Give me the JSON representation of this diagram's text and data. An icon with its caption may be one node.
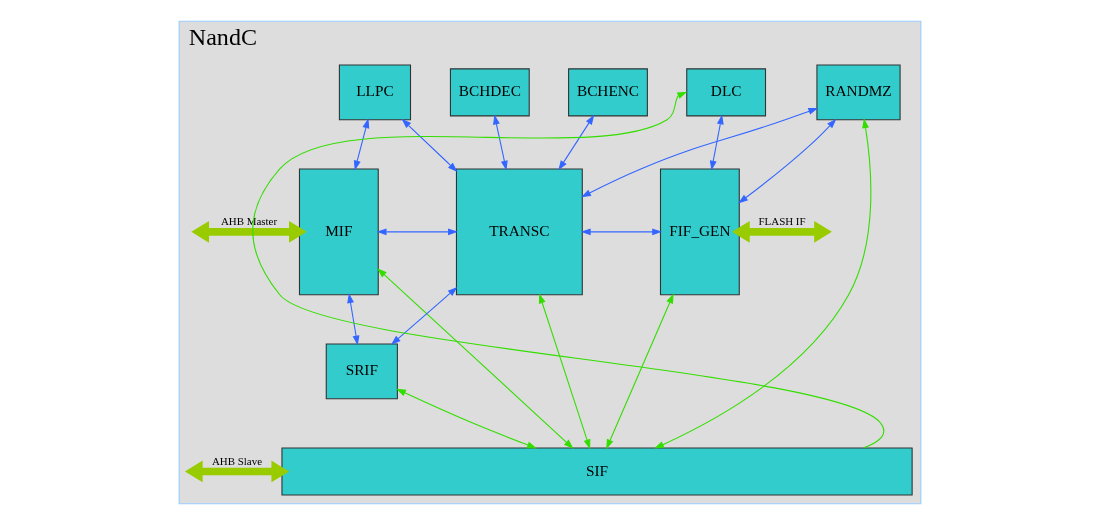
{
  "diagram": {
    "nodes": [
      {
        "text": [
          "NandC"
        ]
      },
      {
        "text": [
          "BCHENC"
        ],
        "in": 0
      },
      {
        "text": [
          "BCHDEC"
        ],
        "in": 0
      },
      {
        "text": [
          "DLC"
        ],
        "in": 0
      },
      {
        "text": [
          "MIF"
        ],
        "in": 0
      },
      {
        "text": [
          "LLPC"
        ],
        "in": 0
      },
      {
        "text": [
          "TRANSC"
        ],
        "in": 0
      },
      {
        "text": [
          "RANDMZ"
        ],
        "in": 0
      },
      {
        "text": [
          "FIF_GEN"
        ],
        "in": 0
      },
      {
        "text": [
          "SRIF"
        ],
        "in": 0
      },
      {
        "text": [
          "SIF"
        ],
        "in": 0
      }
    ],
    "edges": [
      {
        "from": 4,
        "to": 5,
        "arrow": "both"
      },
      {
        "from": 5,
        "to": 6,
        "arrow": "both"
      },
      {
        "from": 4,
        "to": 6,
        "arrow": "both"
      },
      {
        "from": 4,
        "to": 9,
        "arrow": "both"
      },
      {
        "from": 9,
        "to": 6,
        "arrow": "both"
      },
      {
        "from": 1,
        "to": 6,
        "arrow": "both"
      },
      {
        "from": 2,
        "to": 6,
        "arrow": "both"
      },
      {
        "from": 6,
        "to": 7,
        "arrow": "both"
      },
      {
        "from": 7,
        "to": 8,
        "arrow": "both"
      },
      {
        "from": 6,
        "to": 8,
        "arrow": "both"
      },
      {
        "from": 3,
        "to": 8,
        "arrow": "both"
      },
      {
        "from": 4,
        "to": 10,
        "arrow": "both",
        "color": "#33dd00"
      },
      {
        "from": 9,
        "to": 10,
        "arrow": "both",
        "color": "#33dd00"
      },
      {
        "from": 6,
        "to": 10,
        "arrow": "both",
        "color": "#33dd00"
      },
      {
        "from": 7,
        "to": 10,
        "arrow": "both",
        "color": "#33dd00"
      },
      {
        "from": 10,
        "to": 3,
        "arrow": "to",
        "color": "#33dd00"
      },
      {
        "from": 8,
        "to": 10,
        "arrow": "both",
        "color": "#33dd00"
      },
      {
        "from": null,
        "to": 4,
        "arrow": "both",
        "label": "AHB Master",
        "style": "thick",
        "color": "#99cc00"
      },
      {
        "from": null,
        "to": 10,
        "arrow": "both",
        "label": "AHB Slave",
        "style": "thick",
        "color": "#99cc00"
      },
      {
        "from": 8,
        "to": null,
        "arrow": "both",
        "label": "FLASH IF",
        "style": "thick",
        "color": "#99cc00"
      }
    ]
  }
}
